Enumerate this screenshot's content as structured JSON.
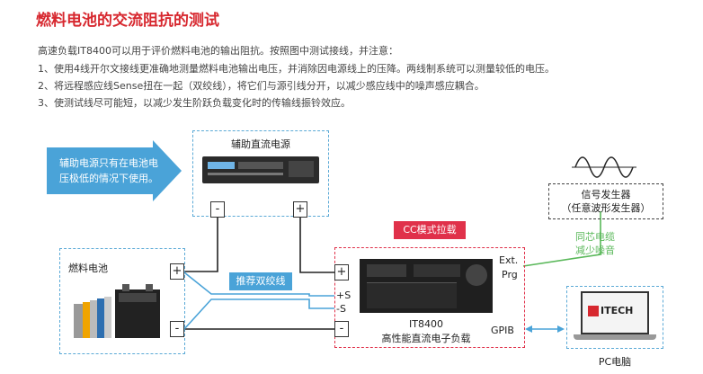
{
  "title": "燃料电池的交流阻抗的测试",
  "paragraphs": [
    "高速负载IT8400可以用于评价燃料电池的输出阻抗。按照图中测试接线，并注意：",
    "1、使用4线开尔文接线更准确地测量燃料电池输出电压，并消除因电源线上的压降。两线制系统可以测量较低的电压。",
    "2、将远程感应线Sense扭在一起（双绞线），将它们与源引线分开，以减少感应线中的噪声感应耦合。",
    "3、使测试线尽可能短，以减少发生阶跃负载变化时的传输线振铃效应。"
  ],
  "diagram": {
    "arrow_note": [
      "辅助电源只有在电池电",
      "压极低的情况下使用。"
    ],
    "aux_supply_label": "辅助直流电源",
    "aux_minus": "-",
    "aux_plus": "+",
    "fuel_cell_label": "燃料电池",
    "fc_plus": "+",
    "fc_minus": "-",
    "twisted_pair_badge": "推荐双绞线",
    "cc_badge": "CC模式拉载",
    "load_plus": "+",
    "load_minus": "-",
    "sense_plus": "+S",
    "sense_minus": "-S",
    "ext_prg": [
      "Ext.",
      "Prg"
    ],
    "load_model": "IT8400",
    "load_desc": "高性能直流电子负载",
    "gpib": "GPIB",
    "siggen_label": [
      "信号发生器",
      "（任意波形发生器）"
    ],
    "coax_note": [
      "同芯电缆",
      "减少噪音"
    ],
    "pc_label": "PC电脑",
    "pc_brand": "ITECH",
    "colors": {
      "accent_red": "#d7282f",
      "dash_blue": "#5aa9d6",
      "arrow_blue": "#4aa3d8",
      "green": "#5ab85a"
    }
  }
}
